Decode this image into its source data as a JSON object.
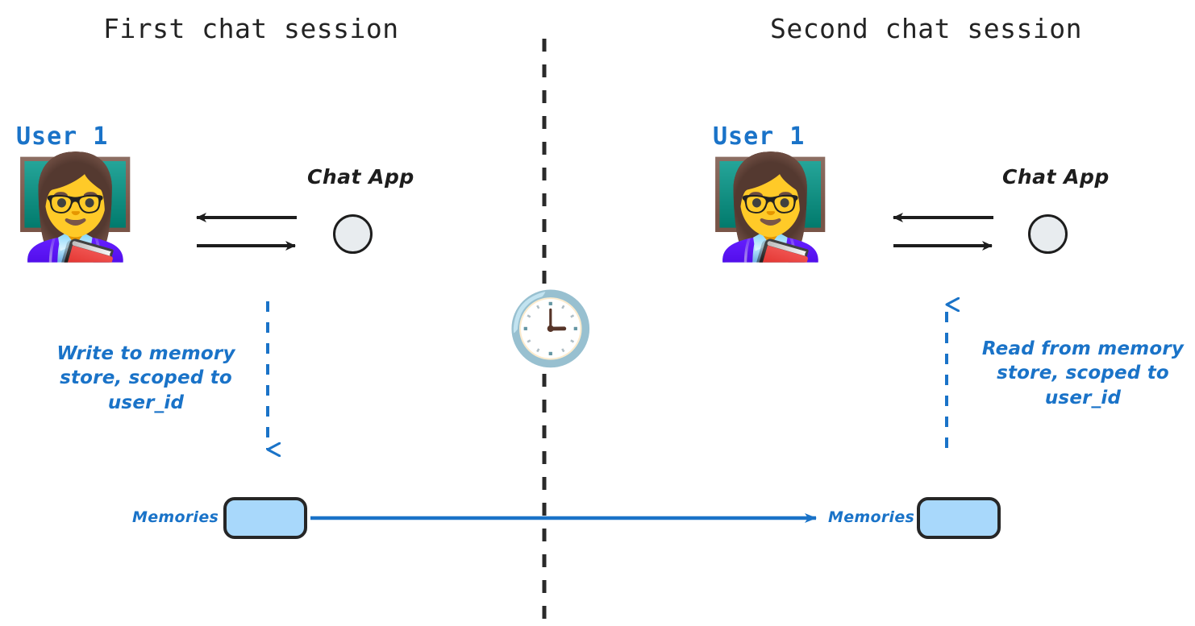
{
  "diagram": {
    "title_left": "First chat session",
    "title_right": "Second chat session",
    "divider": "vertical-dashed-time-divider",
    "time_icon": "clock-emoji",
    "colors": {
      "accent_blue": "#1a73c8",
      "memory_fill": "#a8d8fb",
      "app_fill": "#e8ecef",
      "stroke_dark": "#1d1d1d",
      "text_dark": "#232323"
    }
  },
  "left_session": {
    "title": "First chat session",
    "user_label": "User 1",
    "avatar_icon": "woman-teacher-emoji",
    "avatar_glyph": "👩‍🏫",
    "app_label": "Chat App",
    "app_icon": "chat-app-circle",
    "exchange_arrows": [
      "arrow-left-app-to-user",
      "arrow-right-user-to-app"
    ],
    "memory_arrow_direction": "down",
    "annotation": {
      "line1": "Write to memory",
      "line2": "store, scoped to",
      "line3": "user_id"
    },
    "memory_label": "Memories",
    "memory_icon": "memory-store-box"
  },
  "right_session": {
    "title": "Second chat session",
    "user_label": "User 1",
    "avatar_icon": "woman-teacher-emoji",
    "avatar_glyph": "👩‍🏫",
    "app_label": "Chat App",
    "app_icon": "chat-app-circle",
    "exchange_arrows": [
      "arrow-left-app-to-user",
      "arrow-right-user-to-app"
    ],
    "memory_arrow_direction": "up",
    "annotation": {
      "line1": "Read from memory",
      "line2": "store, scoped to",
      "line3": "user_id"
    },
    "memory_label": "Memories",
    "memory_icon": "memory-store-box"
  },
  "persistence_arrow": {
    "name": "memory-persistence-arrow",
    "direction": "left-to-right"
  }
}
